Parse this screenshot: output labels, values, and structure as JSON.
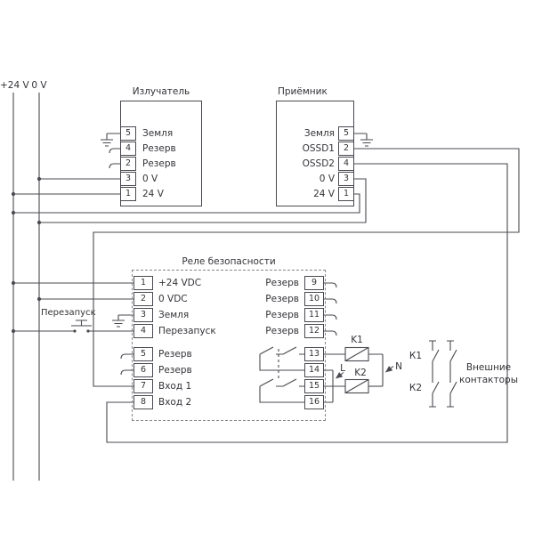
{
  "colors": {
    "wire": "#4a4a50",
    "text": "#333338",
    "background": "#ffffff"
  },
  "power": {
    "plus_label": "+24 V",
    "zero_label": "0 V"
  },
  "emitter": {
    "title": "Излучатель",
    "pins": [
      {
        "number": "5",
        "label": "Земля"
      },
      {
        "number": "4",
        "label": "Резерв"
      },
      {
        "number": "2",
        "label": "Резерв"
      },
      {
        "number": "3",
        "label": "0 V"
      },
      {
        "number": "1",
        "label": "24 V"
      }
    ]
  },
  "receiver": {
    "title": "Приёмник",
    "pins": [
      {
        "number": "5",
        "label": "Земля"
      },
      {
        "number": "2",
        "label": "OSSD1"
      },
      {
        "number": "4",
        "label": "OSSD2"
      },
      {
        "number": "3",
        "label": "0 V"
      },
      {
        "number": "1",
        "label": "24 V"
      }
    ]
  },
  "restart": {
    "label": "Перезапуск"
  },
  "relay": {
    "title": "Реле безопасности",
    "left_pins": [
      {
        "number": "1",
        "label": "+24 VDC"
      },
      {
        "number": "2",
        "label": "0 VDC"
      },
      {
        "number": "3",
        "label": "Земля"
      },
      {
        "number": "4",
        "label": "Перезапуск"
      },
      {
        "number": "5",
        "label": "Резерв"
      },
      {
        "number": "6",
        "label": "Резерв"
      },
      {
        "number": "7",
        "label": "Вход 1"
      },
      {
        "number": "8",
        "label": "Вход 2"
      }
    ],
    "right_pins_top": [
      {
        "number": "9",
        "label": "Резерв"
      },
      {
        "number": "10",
        "label": "Резерв"
      },
      {
        "number": "11",
        "label": "Резерв"
      },
      {
        "number": "12",
        "label": "Резерв"
      }
    ],
    "right_pins_bottom": [
      {
        "number": "13"
      },
      {
        "number": "14"
      },
      {
        "number": "15"
      },
      {
        "number": "16"
      }
    ]
  },
  "output": {
    "k1": "K1",
    "k2": "K2",
    "line": "L",
    "neutral": "N"
  },
  "external": {
    "k1": "К1",
    "k2": "К2",
    "caption_line1": "Внешние",
    "caption_line2": "контакторы"
  }
}
